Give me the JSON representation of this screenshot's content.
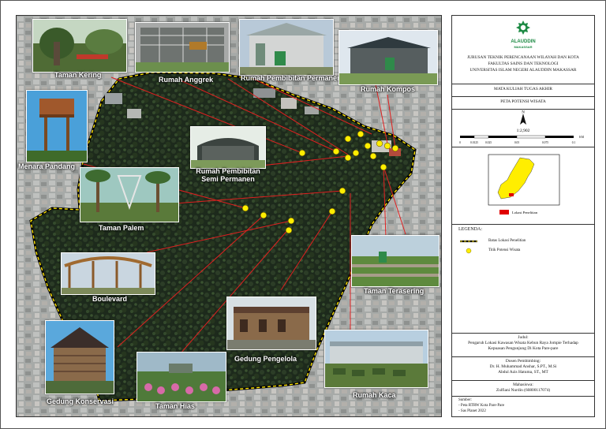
{
  "map_photos": [
    {
      "label": "Taman Kering"
    },
    {
      "label": "Rumah Anggrek"
    },
    {
      "label": "Rumah Pembibitan Permanen"
    },
    {
      "label": "Rumah Kompos"
    },
    {
      "label": "Menara Pandang"
    },
    {
      "label": "Rumah Pembibitan Semi Permanen",
      "line1": "Rumah Pembibitan",
      "line2": "Semi Permanen"
    },
    {
      "label": "Taman Palem"
    },
    {
      "label": "Boulevard"
    },
    {
      "label": "Taman Terasering"
    },
    {
      "label": "Gedung Pengelola"
    },
    {
      "label": "Rumah Kaca"
    },
    {
      "label": "Gedung Konservasi"
    },
    {
      "label": "Taman Hias"
    }
  ],
  "panel": {
    "logo_text": "ALAUDDIN",
    "logo_sub": "MAKASSAR",
    "institution": [
      "JURUSAN TEKNIK PERENCANAAN WILAYAH DAN KOTA",
      "FAKULTAS SAINS DAN TEKNOLOGI",
      "UNIVERSITAS ISLAM NEGERI ALAUDDIN MAKASSAR"
    ],
    "course": "MATA KULIAH TUGAS AKHIR",
    "map_title": "PETA POTENSI WISATA",
    "north": "N",
    "scale_ratio": "1:2,902",
    "scale_ticks": [
      "0",
      "0.0125",
      "0.025",
      "0.05",
      "0.075",
      "0.1"
    ],
    "scale_unit": "KM",
    "inset_legend": "Lokasi Penelitian",
    "legend_title": "LEGENDA:",
    "legend_items": [
      {
        "label": "Batas Lokasi Penelitian",
        "symbol": "boundary-line"
      },
      {
        "label": "Titik Potensi Wisata",
        "symbol": "yellow-dot"
      }
    ],
    "judul_title": "Judul:",
    "judul": "Pengaruh Lokasi Kawasan Wisata Kebun Raya Jompie Terhadap Kepuasan Pengunjung Di Kota Pare-pare",
    "dosen_title": "Dosen Pembimbing:",
    "dosen": [
      "Dr. H. Muhammad Anshar, S.PT., M.Si",
      "Abdul Azis Hatuma, ST., MT"
    ],
    "mahasiswa_title": "Mahasiswa:",
    "mahasiswa": "Zulfiani Nurdin (60800117074)",
    "sumber_title": "Sumber:",
    "sumber": [
      "- Peta RTRW Kota Pare-Pare",
      "- Sas Planet 2022"
    ]
  },
  "colors": {
    "boundary": "#ffe600",
    "point": "#ffee00",
    "leader": "#e02020",
    "inset_region": "#ffee00",
    "study_site": "#e00000",
    "logo_green": "#1d8a44"
  }
}
